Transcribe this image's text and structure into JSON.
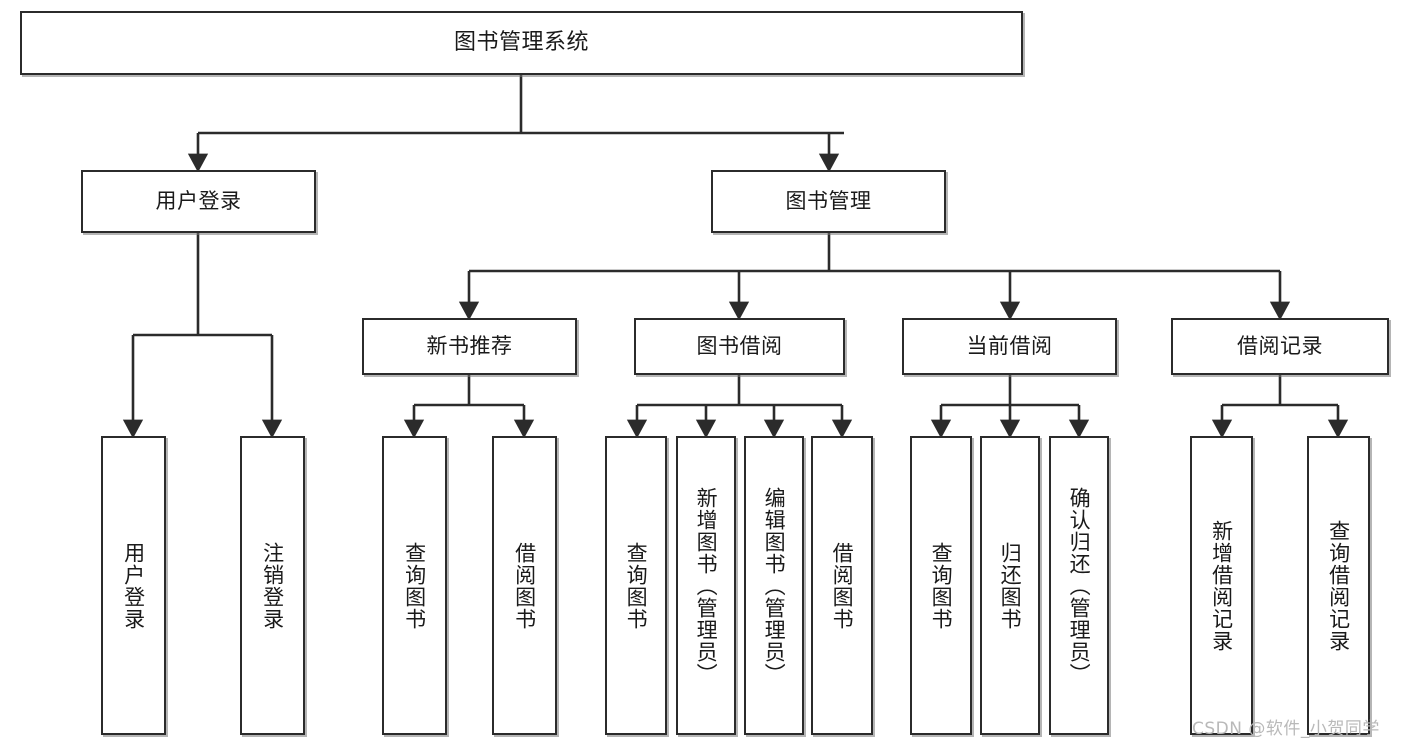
{
  "diagram": {
    "type": "tree-hierarchy",
    "title": "图书管理系统",
    "theme": {
      "box_border": "#2b2b2b",
      "box_fill": "#ffffff",
      "edge_color": "#2b2b2b",
      "text_color": "#1a1a1a",
      "watermark_color": "#b9b9b9",
      "canvas_background": "#ffffff"
    },
    "nodes": {
      "root": {
        "label": "图书管理系统",
        "level": 1,
        "orientation": "horizontal"
      },
      "user_login": {
        "label": "用户登录",
        "level": 2,
        "orientation": "horizontal"
      },
      "book_manage": {
        "label": "图书管理",
        "level": 2,
        "orientation": "horizontal"
      },
      "new_book_rec": {
        "label": "新书推荐",
        "level": 3,
        "orientation": "horizontal"
      },
      "book_borrow": {
        "label": "图书借阅",
        "level": 3,
        "orientation": "horizontal"
      },
      "current_borrow": {
        "label": "当前借阅",
        "level": 3,
        "orientation": "horizontal"
      },
      "borrow_record": {
        "label": "借阅记录",
        "level": 3,
        "orientation": "horizontal"
      },
      "leaf_user_login": {
        "label": "用户登录",
        "level": 4,
        "orientation": "vertical"
      },
      "leaf_logout": {
        "label": "注销登录",
        "level": 4,
        "orientation": "vertical"
      },
      "leaf_query_book_1": {
        "label": "查询图书",
        "level": 4,
        "orientation": "vertical"
      },
      "leaf_borrow_book_1": {
        "label": "借阅图书",
        "level": 4,
        "orientation": "vertical"
      },
      "leaf_query_book_2": {
        "label": "查询图书",
        "level": 4,
        "orientation": "vertical"
      },
      "leaf_add_book": {
        "label": "新增图书（管理员）",
        "level": 4,
        "orientation": "vertical"
      },
      "leaf_edit_book": {
        "label": "编辑图书（管理员）",
        "level": 4,
        "orientation": "vertical"
      },
      "leaf_borrow_book_2": {
        "label": "借阅图书",
        "level": 4,
        "orientation": "vertical"
      },
      "leaf_query_book_3": {
        "label": "查询图书",
        "level": 4,
        "orientation": "vertical"
      },
      "leaf_return_book": {
        "label": "归还图书",
        "level": 4,
        "orientation": "vertical"
      },
      "leaf_confirm_return": {
        "label": "确认归还（管理员）",
        "level": 4,
        "orientation": "vertical"
      },
      "leaf_add_record": {
        "label": "新增借阅记录",
        "level": 4,
        "orientation": "vertical"
      },
      "leaf_query_record": {
        "label": "查询借阅记录",
        "level": 4,
        "orientation": "vertical"
      }
    },
    "edges": [
      {
        "from": "root",
        "to": "user_login"
      },
      {
        "from": "root",
        "to": "book_manage"
      },
      {
        "from": "user_login",
        "to": "leaf_user_login"
      },
      {
        "from": "user_login",
        "to": "leaf_logout"
      },
      {
        "from": "book_manage",
        "to": "new_book_rec"
      },
      {
        "from": "book_manage",
        "to": "book_borrow"
      },
      {
        "from": "book_manage",
        "to": "current_borrow"
      },
      {
        "from": "book_manage",
        "to": "borrow_record"
      },
      {
        "from": "new_book_rec",
        "to": "leaf_query_book_1"
      },
      {
        "from": "new_book_rec",
        "to": "leaf_borrow_book_1"
      },
      {
        "from": "book_borrow",
        "to": "leaf_query_book_2"
      },
      {
        "from": "book_borrow",
        "to": "leaf_add_book"
      },
      {
        "from": "book_borrow",
        "to": "leaf_edit_book"
      },
      {
        "from": "book_borrow",
        "to": "leaf_borrow_book_2"
      },
      {
        "from": "current_borrow",
        "to": "leaf_query_book_3"
      },
      {
        "from": "current_borrow",
        "to": "leaf_return_book"
      },
      {
        "from": "current_borrow",
        "to": "leaf_confirm_return"
      },
      {
        "from": "borrow_record",
        "to": "leaf_add_record"
      },
      {
        "from": "borrow_record",
        "to": "leaf_query_record"
      }
    ]
  },
  "watermark": {
    "text": "CSDN @软件_小贺同学"
  }
}
